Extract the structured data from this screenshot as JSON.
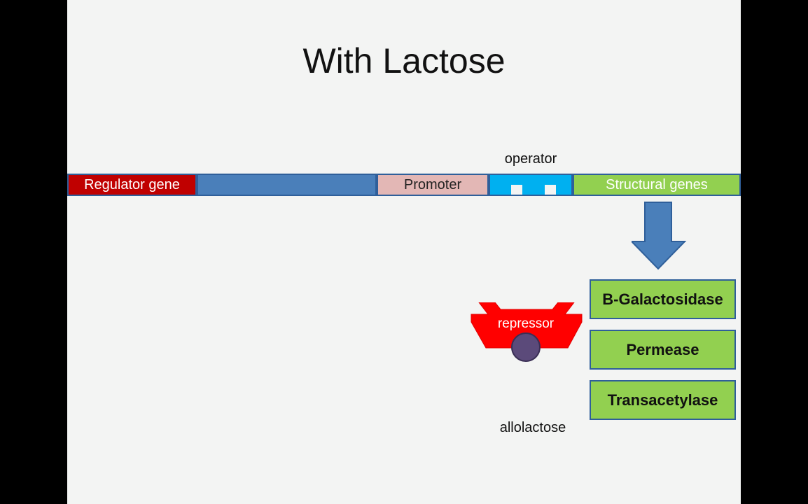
{
  "title": "With Lactose",
  "operator_label": "operator",
  "dna_segments": {
    "regulator": "Regulator gene",
    "promoter": "Promoter",
    "structural": "Structural genes"
  },
  "proteins": [
    "B-Galactosidase",
    "Permease",
    "Transacetylase"
  ],
  "repressor_label": "repressor",
  "allolactose_label": "allolactose",
  "colors": {
    "regulator": "#c00000",
    "dna_blue": "#4a7fba",
    "promoter": "#e3b7b5",
    "operator": "#00b0f0",
    "structural": "#92d050",
    "repressor": "#ff0000",
    "allolactose": "#5b4a7a"
  }
}
